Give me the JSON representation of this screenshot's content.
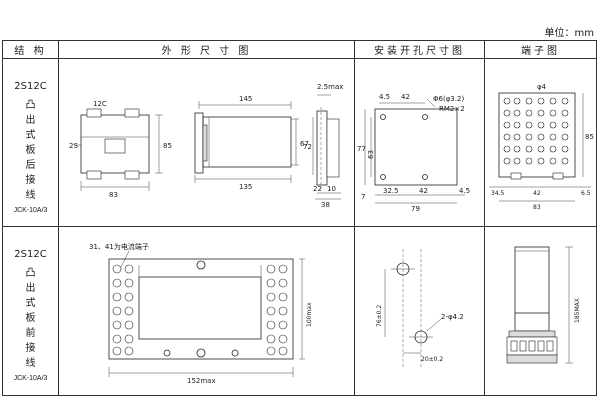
{
  "unit_label": "单位：mm",
  "headers": {
    "structure": "结 构",
    "outline": "外 形 尺 寸 图",
    "mounting": "安装开孔尺寸图",
    "terminal": "端子图"
  },
  "rows": [
    {
      "model": "2S12C",
      "wiring": [
        "凸",
        "出",
        "式",
        "板",
        "后",
        "接",
        "线"
      ],
      "code": "JCK-10A/3",
      "outline": {
        "front_label": "12C",
        "side_label": "2S",
        "width_front": "83",
        "height_front": "85",
        "top_length": "145",
        "side_height": "67",
        "bottom_length": "135",
        "rear_thickness": "2.5max",
        "rear_height": "72",
        "rear_dims": "22",
        "rear_dims_b": "10",
        "rear_depth": "38"
      },
      "mounting": {
        "top_left": "4.5",
        "top_mid": "42",
        "hole": "Φ6(φ3.2)",
        "thread": "RM2×2",
        "height_outer": "77",
        "height_inner": "63",
        "left_off": "7",
        "bottom_a": "32.5",
        "bottom_b": "42",
        "bottom_c": "4.5",
        "total": "79"
      },
      "terminal": {
        "hole": "φ4",
        "h": "85",
        "b1": "34.5",
        "b2": "42",
        "b3": "6.5",
        "total": "83"
      }
    },
    {
      "model": "2S12C",
      "wiring": [
        "凸",
        "出",
        "式",
        "板",
        "前",
        "接",
        "线"
      ],
      "code": "JCK-10A/3",
      "outline": {
        "note": "31、41为电流端子",
        "width": "152max",
        "height": "100max"
      },
      "mounting": {
        "height": "76±0.2",
        "holes": "2-φ4.2",
        "width": "20±0.2"
      },
      "terminal": {
        "height": "185MAX"
      }
    }
  ]
}
